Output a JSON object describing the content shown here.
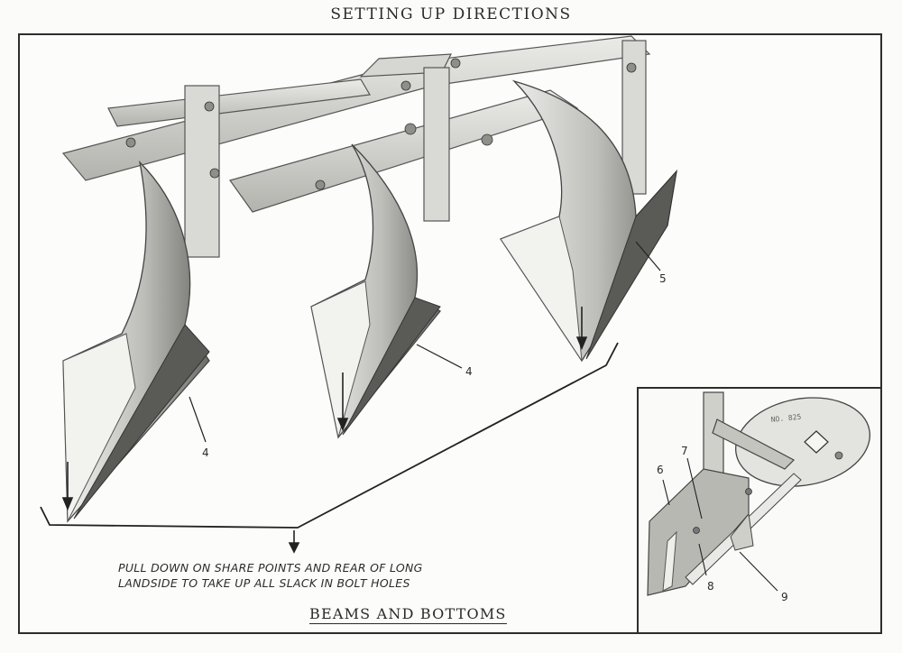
{
  "page": {
    "title": "SETTING UP DIRECTIONS"
  },
  "main_figure": {
    "caption": "PULL DOWN ON SHARE POINTS AND REAR OF LONG LANDSIDE TO TAKE UP ALL SLACK IN BOLT HOLES",
    "section_title": "BEAMS AND BOTTOMS",
    "callouts": [
      "4",
      "4",
      "5"
    ]
  },
  "inset_figure": {
    "stamp_text": "NO. 825",
    "callouts": [
      "6",
      "7",
      "8",
      "9"
    ]
  }
}
